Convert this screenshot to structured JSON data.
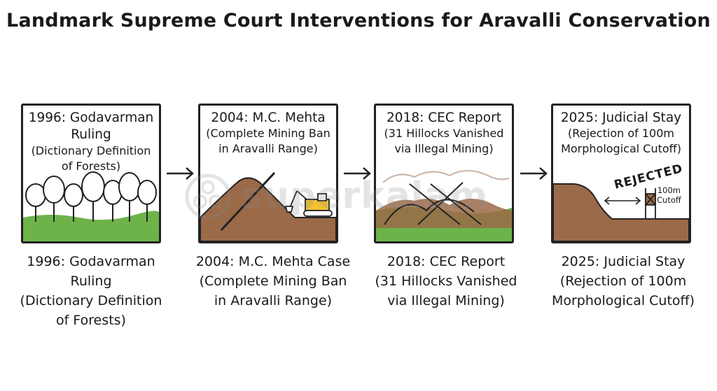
{
  "title": "Landmark Supreme Court Interventions for Aravalli Conservation",
  "panels": [
    {
      "head_line1": "1996: Godavarman",
      "head_line2": "Ruling",
      "sub_line1": "(Dictionary Definition",
      "sub_line2": "of Forests)",
      "caption": [
        "1996: Godavarman",
        "Ruling",
        "(Dictionary Definition",
        "of Forests)"
      ]
    },
    {
      "head_line1": "2004: M.C. Mehta",
      "sub_line1": "(Complete Mining Ban",
      "sub_line2": "in Aravalli Range)",
      "caption": [
        "2004: M.C. Mehta Case",
        "(Complete Mining Ban",
        "in Aravalli Range)"
      ]
    },
    {
      "head_line1": "2018: CEC Report",
      "sub_line1": "(31 Hillocks Vanished",
      "sub_line2": "via Illegal Mining)",
      "caption": [
        "2018: CEC Report",
        "(31 Hillocks Vanished",
        "via Illegal Mining)"
      ]
    },
    {
      "head_line1": "2025: Judicial Stay",
      "sub_line1": "(Rejection of 100m",
      "sub_line2": "Morphological Cutoff)",
      "stamp": "REJECTED",
      "marker_line1": "100m",
      "marker_line2": "Cutoff",
      "caption": [
        "2025: Judicial Stay",
        "(Rejection of 100m",
        "Morphological Cutoff)"
      ]
    }
  ],
  "watermark": "superkalam",
  "colors": {
    "grass": "#6db34a",
    "soil": "#9b6a48",
    "ink": "#222222",
    "yellow": "#f1c232",
    "faint_hill": "#c9b3a3"
  }
}
